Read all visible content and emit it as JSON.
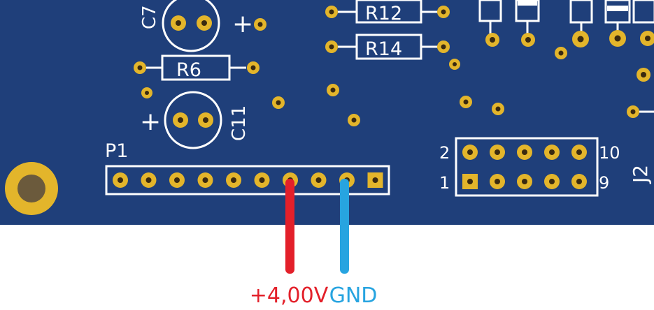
{
  "board": {
    "colors": {
      "pcb": "#1f3f7a",
      "silkscreen": "#ffffff",
      "pad": "#e3b52b",
      "pad_hole": "#3a2a10",
      "mount_hole_center": "#6b5a3c",
      "wire_positive": "#e3202a",
      "wire_ground": "#27a4e0",
      "background": "#ffffff"
    },
    "silkscreen_labels": {
      "c7": "C7",
      "r12": "R12",
      "r14": "R14",
      "r6": "R6",
      "c11": "C11",
      "p1": "P1",
      "j2": "J2",
      "j2_pin2": "2",
      "j2_pin10": "10",
      "j2_pin1": "1",
      "j2_pin9": "9",
      "c7_plus": "+",
      "c11_plus": "+"
    },
    "icons": [
      "mounting-hole-icon",
      "capacitor-outline-icon",
      "resistor-outline-icon",
      "pin-header-icon"
    ]
  },
  "wires": {
    "positive_label": "+4,00V",
    "ground_label": "GND"
  }
}
